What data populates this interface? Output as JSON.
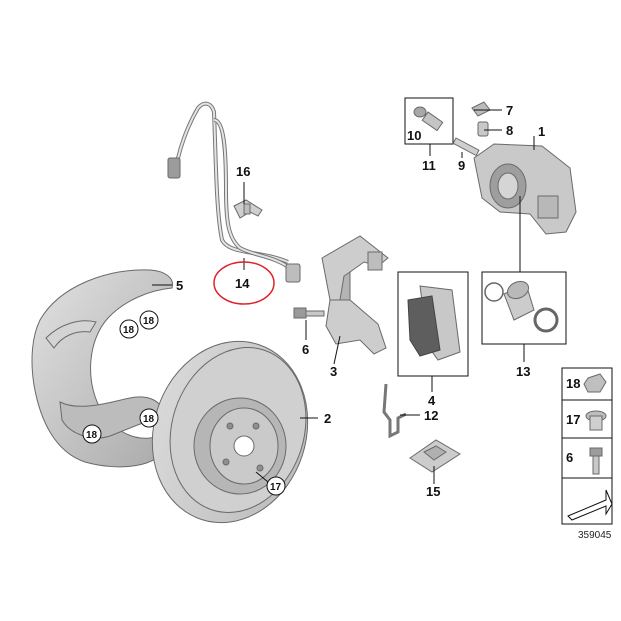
{
  "diagram": {
    "ref_number": "359045",
    "callouts": {
      "c1": "1",
      "c2": "2",
      "c3": "3",
      "c4": "4",
      "c5": "5",
      "c6": "6",
      "c7": "7",
      "c8": "8",
      "c9": "9",
      "c10": "10",
      "c11": "11",
      "c12": "12",
      "c13": "13",
      "c14": "14",
      "c15": "15",
      "c16": "16",
      "c17": "17",
      "c18a": "18",
      "c18b": "18",
      "c18c": "18",
      "c18d": "18"
    },
    "legend": {
      "l18": "18",
      "l17": "17",
      "l6": "6"
    },
    "highlight": {
      "color": "#e0202a",
      "target": "14"
    },
    "colors": {
      "part_gray": "#c9c9c9",
      "pad_dark": "#5e5e5e",
      "line": "#111111"
    }
  }
}
